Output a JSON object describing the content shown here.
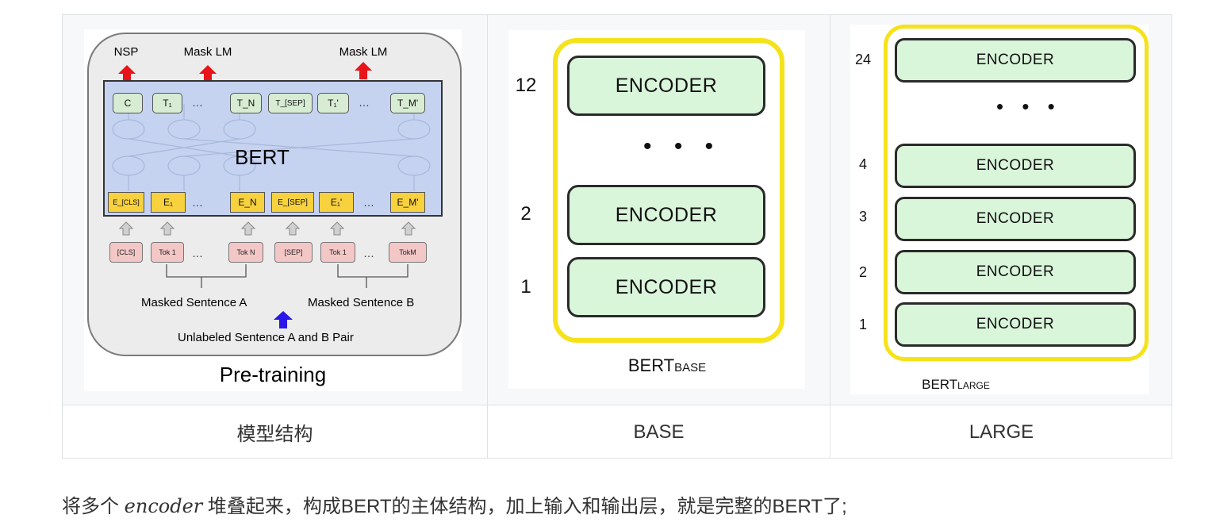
{
  "table": {
    "columns": [
      {
        "caption": "模型结构"
      },
      {
        "caption": "BASE"
      },
      {
        "caption": "LARGE"
      }
    ]
  },
  "pretraining": {
    "top_labels": [
      "NSP",
      "Mask LM",
      "Mask LM"
    ],
    "bert_label": "BERT",
    "outputs": [
      "C",
      "T₁",
      "…",
      "T_N",
      "T_[SEP]",
      "T₁'",
      "…",
      "T_M'"
    ],
    "embeddings": [
      "E_[CLS]",
      "E₁",
      "…",
      "E_N",
      "E_[SEP]",
      "E₁'",
      "…",
      "E_M'"
    ],
    "tokens": [
      "[CLS]",
      "Tok 1",
      "…",
      "Tok N",
      "[SEP]",
      "Tok 1",
      "…",
      "TokM"
    ],
    "sentence_a": "Masked Sentence A",
    "sentence_b": "Masked Sentence B",
    "pair_label": "Unlabeled Sentence A and B Pair",
    "title": "Pre-training",
    "colors": {
      "output": "#d7ecd3",
      "embedding": "#f7d13e",
      "token": "#f4c7c7",
      "bert": "#c5d3f1",
      "arrow_red": "#e8141a",
      "arrow_blue": "#2a16e6"
    }
  },
  "base": {
    "encoder_label": "ENCODER",
    "layers": [
      "12",
      "2",
      "1"
    ],
    "dots": "• • •",
    "name_main": "BERT",
    "name_sub": "BASE"
  },
  "large": {
    "encoder_label": "ENCODER",
    "layers": [
      "24",
      "4",
      "3",
      "2",
      "1"
    ],
    "dots": "• • •",
    "name_main": "BERT",
    "name_sub": "LARGE"
  },
  "paragraph": {
    "before": "将多个 ",
    "math": "encoder",
    "after": " 堆叠起来，构成BERT的主体结构，加上输入和输出层，就是完整的BERT了;"
  }
}
